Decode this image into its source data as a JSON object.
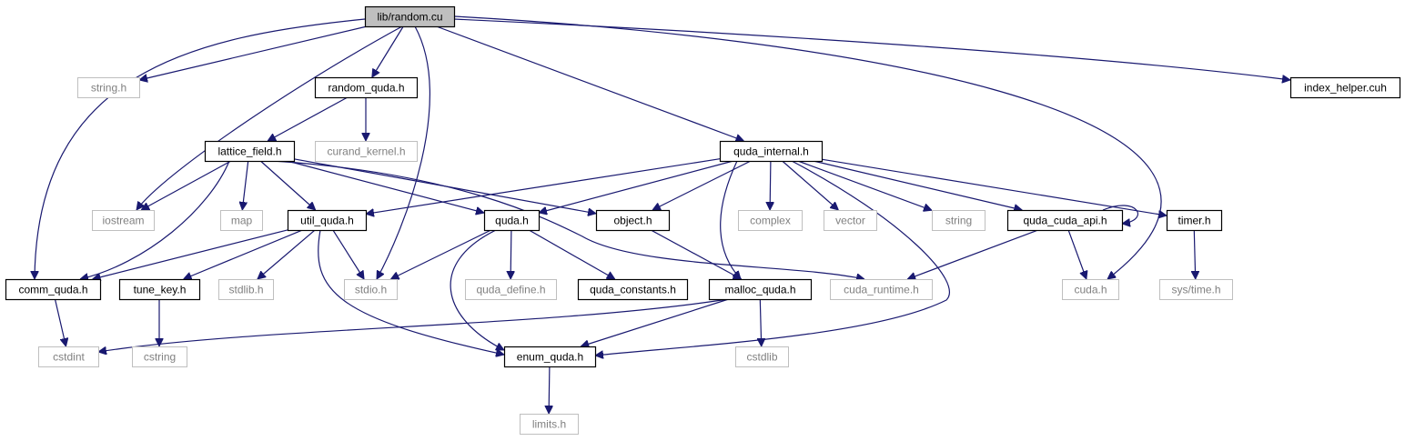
{
  "graph": {
    "colors": {
      "edge": "#191970",
      "documented_border": "#000000",
      "external_border": "#bfbfbf",
      "external_text": "#808080",
      "root_fill": "#bfbfbf"
    },
    "nodes": [
      {
        "id": "random_cu",
        "label": "lib/random.cu",
        "kind": "root"
      },
      {
        "id": "string_h",
        "label": "string.h",
        "kind": "external"
      },
      {
        "id": "random_quda_h",
        "label": "random_quda.h",
        "kind": "documented"
      },
      {
        "id": "index_helper_cuh",
        "label": "index_helper.cuh",
        "kind": "documented"
      },
      {
        "id": "lattice_field_h",
        "label": "lattice_field.h",
        "kind": "documented"
      },
      {
        "id": "curand_kernel_h",
        "label": "curand_kernel.h",
        "kind": "external"
      },
      {
        "id": "quda_internal_h",
        "label": "quda_internal.h",
        "kind": "documented"
      },
      {
        "id": "iostream",
        "label": "iostream",
        "kind": "external"
      },
      {
        "id": "map",
        "label": "map",
        "kind": "external"
      },
      {
        "id": "util_quda_h",
        "label": "util_quda.h",
        "kind": "documented"
      },
      {
        "id": "quda_h",
        "label": "quda.h",
        "kind": "documented"
      },
      {
        "id": "object_h",
        "label": "object.h",
        "kind": "documented"
      },
      {
        "id": "complex",
        "label": "complex",
        "kind": "external"
      },
      {
        "id": "vector",
        "label": "vector",
        "kind": "external"
      },
      {
        "id": "string",
        "label": "string",
        "kind": "external"
      },
      {
        "id": "quda_cuda_api_h",
        "label": "quda_cuda_api.h",
        "kind": "documented"
      },
      {
        "id": "timer_h",
        "label": "timer.h",
        "kind": "documented"
      },
      {
        "id": "comm_quda_h",
        "label": "comm_quda.h",
        "kind": "documented"
      },
      {
        "id": "tune_key_h",
        "label": "tune_key.h",
        "kind": "documented"
      },
      {
        "id": "stdlib_h",
        "label": "stdlib.h",
        "kind": "external"
      },
      {
        "id": "stdio_h",
        "label": "stdio.h",
        "kind": "external"
      },
      {
        "id": "quda_define_h",
        "label": "quda_define.h",
        "kind": "external"
      },
      {
        "id": "quda_constants_h",
        "label": "quda_constants.h",
        "kind": "documented"
      },
      {
        "id": "malloc_quda_h",
        "label": "malloc_quda.h",
        "kind": "documented"
      },
      {
        "id": "cuda_runtime_h",
        "label": "cuda_runtime.h",
        "kind": "external"
      },
      {
        "id": "cuda_h",
        "label": "cuda.h",
        "kind": "external"
      },
      {
        "id": "sys_time_h",
        "label": "sys/time.h",
        "kind": "external"
      },
      {
        "id": "cstdint",
        "label": "cstdint",
        "kind": "external"
      },
      {
        "id": "cstring",
        "label": "cstring",
        "kind": "external"
      },
      {
        "id": "enum_quda_h",
        "label": "enum_quda.h",
        "kind": "documented"
      },
      {
        "id": "cstdlib",
        "label": "cstdlib",
        "kind": "external"
      },
      {
        "id": "limits_h",
        "label": "limits.h",
        "kind": "external"
      }
    ],
    "edges": [
      [
        "random_cu",
        "comm_quda_h"
      ],
      [
        "random_cu",
        "string_h"
      ],
      [
        "random_cu",
        "iostream"
      ],
      [
        "random_cu",
        "random_quda_h"
      ],
      [
        "random_cu",
        "stdio_h"
      ],
      [
        "random_cu",
        "quda_internal_h"
      ],
      [
        "random_cu",
        "cuda_h"
      ],
      [
        "random_cu",
        "index_helper_cuh"
      ],
      [
        "random_quda_h",
        "lattice_field_h"
      ],
      [
        "random_quda_h",
        "curand_kernel_h"
      ],
      [
        "lattice_field_h",
        "iostream"
      ],
      [
        "lattice_field_h",
        "comm_quda_h"
      ],
      [
        "lattice_field_h",
        "map"
      ],
      [
        "lattice_field_h",
        "util_quda_h"
      ],
      [
        "lattice_field_h",
        "quda_h"
      ],
      [
        "lattice_field_h",
        "object_h"
      ],
      [
        "lattice_field_h",
        "cuda_runtime_h"
      ],
      [
        "quda_internal_h",
        "util_quda_h"
      ],
      [
        "quda_internal_h",
        "quda_h"
      ],
      [
        "quda_internal_h",
        "object_h"
      ],
      [
        "quda_internal_h",
        "malloc_quda_h"
      ],
      [
        "quda_internal_h",
        "complex"
      ],
      [
        "quda_internal_h",
        "vector"
      ],
      [
        "quda_internal_h",
        "string"
      ],
      [
        "quda_internal_h",
        "quda_cuda_api_h"
      ],
      [
        "quda_internal_h",
        "timer_h"
      ],
      [
        "quda_internal_h",
        "enum_quda_h"
      ],
      [
        "util_quda_h",
        "comm_quda_h"
      ],
      [
        "util_quda_h",
        "tune_key_h"
      ],
      [
        "util_quda_h",
        "stdlib_h"
      ],
      [
        "util_quda_h",
        "stdio_h"
      ],
      [
        "util_quda_h",
        "enum_quda_h"
      ],
      [
        "quda_h",
        "stdio_h"
      ],
      [
        "quda_h",
        "quda_define_h"
      ],
      [
        "quda_h",
        "quda_constants_h"
      ],
      [
        "quda_h",
        "enum_quda_h"
      ],
      [
        "object_h",
        "malloc_quda_h"
      ],
      [
        "quda_cuda_api_h",
        "quda_cuda_api_h"
      ],
      [
        "quda_cuda_api_h",
        "cuda_runtime_h"
      ],
      [
        "quda_cuda_api_h",
        "cuda_h"
      ],
      [
        "timer_h",
        "sys_time_h"
      ],
      [
        "comm_quda_h",
        "cstdint"
      ],
      [
        "tune_key_h",
        "cstring"
      ],
      [
        "malloc_quda_h",
        "cstdint"
      ],
      [
        "malloc_quda_h",
        "enum_quda_h"
      ],
      [
        "malloc_quda_h",
        "cstdlib"
      ],
      [
        "enum_quda_h",
        "limits_h"
      ]
    ]
  }
}
